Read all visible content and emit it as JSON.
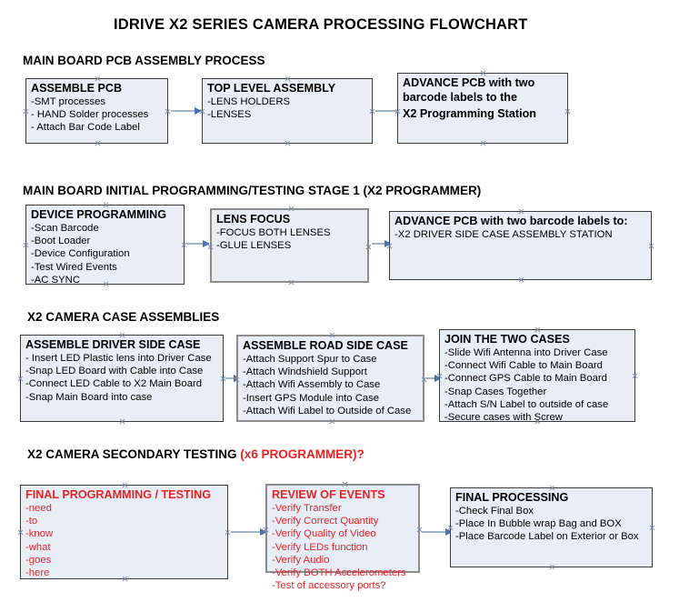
{
  "document": {
    "title": "IDRIVE X2  SERIES CAMERA PROCESSING FLOWCHART"
  },
  "colors": {
    "node_fill": "#e8eef7",
    "node_border_dark": "#3b3b3b",
    "node_border_gray": "#8d8d8d",
    "connector_line": "#9fb6cd",
    "connector_head": "#4a72b0",
    "accent_red": "#ee2222",
    "text": "#000000"
  },
  "sections": [
    {
      "heading": "MAIN BOARD PCB ASSEMBLY PROCESS",
      "heading_accent": "",
      "nodes": [
        {
          "header": "ASSEMBLE PCB",
          "lines": [
            "-SMT processes",
            "- HAND Solder processes",
            "- Attach Bar Code Label"
          ],
          "style": "normal"
        },
        {
          "header": "TOP LEVEL ASSEMBLY",
          "lines": [
            "-LENS HOLDERS",
            "-LENSES"
          ],
          "style": "normal"
        },
        {
          "header": "ADVANCE PCB with two",
          "lines": [
            "barcode labels to the",
            " X2 Programming Station"
          ],
          "style": "allbold"
        }
      ]
    },
    {
      "heading": "MAIN BOARD INITIAL PROGRAMMING/TESTING STAGE 1 (X2 PROGRAMMER)",
      "heading_accent": "",
      "nodes": [
        {
          "header": "DEVICE PROGRAMMING",
          "lines": [
            "-Scan Barcode",
            "-Boot Loader",
            "-Device Configuration",
            "-Test Wired Events",
            "-AC SYNC"
          ],
          "style": "normal"
        },
        {
          "header": "LENS FOCUS",
          "lines": [
            "-FOCUS BOTH LENSES",
            "-GLUE LENSES"
          ],
          "style": "normal"
        },
        {
          "header": "ADVANCE PCB with two barcode labels to:",
          "lines": [
            "-X2 DRIVER  SIDE  CASE  ASSEMBLY STATION"
          ],
          "style": "normal"
        }
      ]
    },
    {
      "heading": "X2 CAMERA CASE ASSEMBLIES",
      "heading_accent": "",
      "nodes": [
        {
          "header": "ASSEMBLE DRIVER SIDE CASE",
          "lines": [
            "- Insert LED Plastic lens into Driver Case",
            "-Snap LED Board with Cable into Case",
            "-Connect LED Cable to X2 Main Board",
            "-Snap Main Board into case"
          ],
          "style": "normal"
        },
        {
          "header": "ASSEMBLE ROAD SIDE CASE",
          "lines": [
            "-Attach Support Spur to Case",
            "-Attach Windshield Support",
            "-Attach Wifi Assembly to Case",
            "-Insert GPS Module into Case",
            "-Attach Wifi Label to Outside of Case"
          ],
          "style": "normal"
        },
        {
          "header": "JOIN THE TWO CASES",
          "lines": [
            "-Slide Wifi Antenna into Driver Case",
            "-Connect Wifi Cable to Main Board",
            "-Connect GPS Cable to Main Board",
            "-Snap Cases Together",
            "-Attach S/N Label to outside of case",
            "-Secure cases with Screw"
          ],
          "style": "normal"
        }
      ]
    },
    {
      "heading": "X2 CAMERA SECONDARY TESTING ",
      "heading_accent": "(x6 PROGRAMMER)?",
      "nodes": [
        {
          "header": "FINAL PROGRAMMING / TESTING",
          "lines": [
            "-need",
            "-to",
            "-know",
            "-what",
            "-goes",
            "-here"
          ],
          "style": "red"
        },
        {
          "header": "REVIEW OF EVENTS",
          "lines": [
            "-Verify Transfer",
            "-Verify Correct Quantity",
            "-Verify Quality of Video",
            "-Verify LEDs function",
            "-Verify Audio",
            "-Verify BOTH Accelerometers",
            "-Test of accessory ports?"
          ],
          "style": "red"
        },
        {
          "header": "FINAL PROCESSING",
          "lines": [
            " -Check Final Box",
            "-Place In Bubble wrap Bag and BOX",
            "-Place Barcode Label on Exterior or Box"
          ],
          "style": "normal"
        }
      ]
    }
  ]
}
